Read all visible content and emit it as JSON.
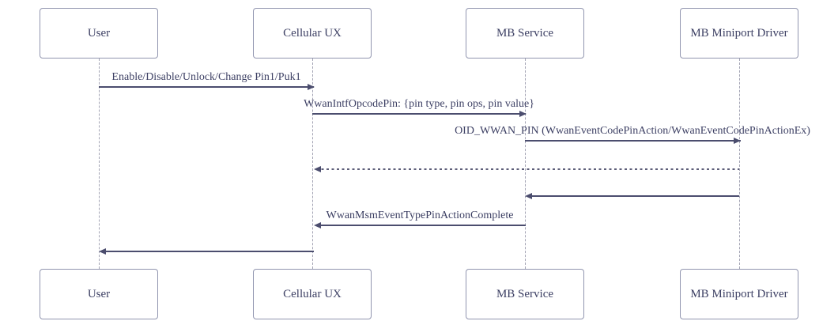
{
  "diagram": {
    "type": "sequence-diagram",
    "colors": {
      "background": "#ffffff",
      "box_border": "#9195af",
      "text": "#3c3f63",
      "line": "#4b4d6e",
      "dotted_line": "#5d5e78",
      "lifeline": "#a3a4b4"
    },
    "actors": [
      {
        "id": "user",
        "label": "User"
      },
      {
        "id": "cellular-ux",
        "label": "Cellular UX"
      },
      {
        "id": "mb-service",
        "label": "MB Service"
      },
      {
        "id": "mb-miniport-driver",
        "label": "MB Miniport Driver"
      }
    ],
    "messages": [
      {
        "from": "user",
        "to": "cellular-ux",
        "style": "solid",
        "direction": "right",
        "label": "Enable/Disable/Unlock/Change Pin1/Puk1"
      },
      {
        "from": "cellular-ux",
        "to": "mb-service",
        "style": "solid",
        "direction": "right",
        "label": "WwanIntfOpcodePin: {pin type, pin ops, pin value}"
      },
      {
        "from": "mb-service",
        "to": "mb-miniport-driver",
        "style": "solid",
        "direction": "right",
        "label": "OID_WWAN_PIN (WwanEventCodePinAction/WwanEventCodePinActionEx)"
      },
      {
        "from": "mb-miniport-driver",
        "to": "cellular-ux",
        "style": "dotted",
        "direction": "left",
        "label": ""
      },
      {
        "from": "mb-miniport-driver",
        "to": "mb-service",
        "style": "solid",
        "direction": "left",
        "label": ""
      },
      {
        "from": "mb-service",
        "to": "cellular-ux",
        "style": "solid",
        "direction": "left",
        "label": "WwanMsmEventTypePinActionComplete"
      },
      {
        "from": "cellular-ux",
        "to": "user",
        "style": "solid",
        "direction": "left",
        "label": ""
      }
    ]
  }
}
